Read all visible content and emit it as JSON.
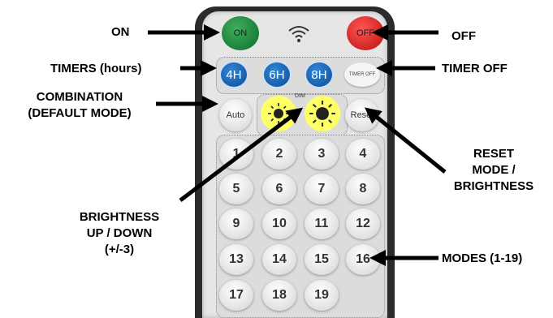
{
  "remote": {
    "power_on": "ON",
    "power_off": "OFF",
    "timers": [
      "4H",
      "6H",
      "8H"
    ],
    "timer_off": "TIMER OFF",
    "auto": "Auto",
    "dim": "DIM",
    "reset": "Reset",
    "numbers": [
      "1",
      "2",
      "3",
      "4",
      "5",
      "6",
      "7",
      "8",
      "9",
      "10",
      "11",
      "12",
      "13",
      "14",
      "15",
      "16",
      "17",
      "18",
      "19"
    ]
  },
  "annotations": {
    "on": "ON",
    "off": "OFF",
    "timers": "TIMERS (hours)",
    "timer_off": "TIMER OFF",
    "combination_1": "COMBINATION",
    "combination_2": "(DEFAULT MODE)",
    "reset_1": "RESET",
    "reset_2": "MODE /",
    "reset_3": "BRIGHTNESS",
    "brightness_1": "BRIGHTNESS",
    "brightness_2": "UP / DOWN",
    "brightness_3": "(+/-3)",
    "modes": "MODES (1-19)"
  },
  "colors": {
    "on_button": "#0d6b2c",
    "off_button": "#b80f0f",
    "timer_button": "#1560b0",
    "brightness_button": "#ffff66"
  },
  "icons": [
    "wifi-icon",
    "brightness-sun-icon"
  ]
}
